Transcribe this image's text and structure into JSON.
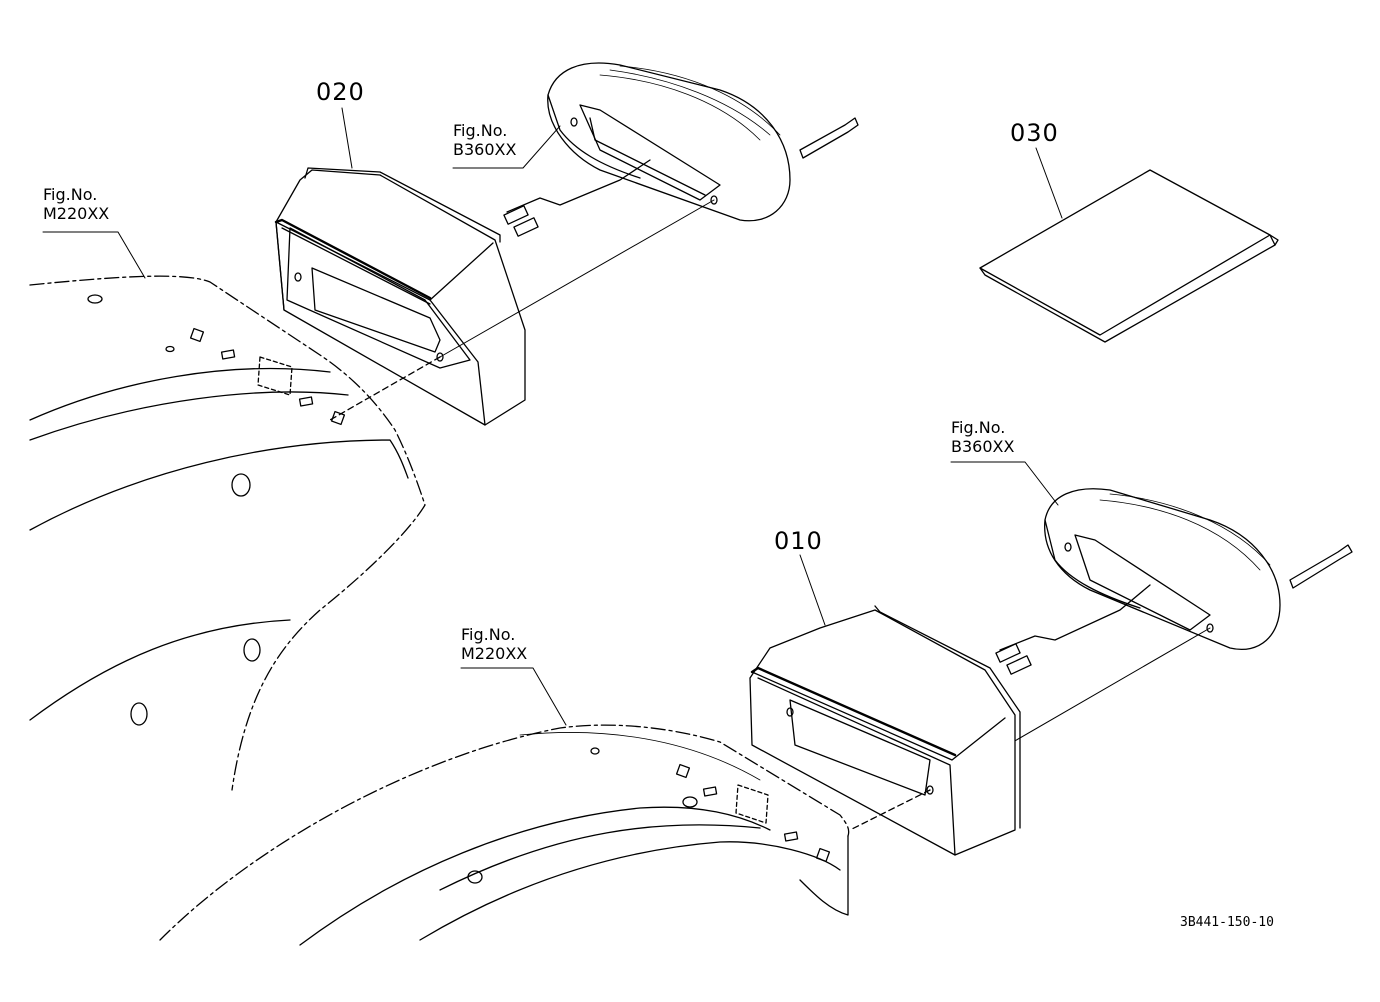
{
  "parts": {
    "p020": "020",
    "p030": "030",
    "p010": "010"
  },
  "references": {
    "r1": {
      "line1": "Fig.No.",
      "line2": "B360XX"
    },
    "r2": {
      "line1": "Fig.No.",
      "line2": "M220XX"
    },
    "r3": {
      "line1": "Fig.No.",
      "line2": "B360XX"
    },
    "r4": {
      "line1": "Fig.No.",
      "line2": "M220XX"
    }
  },
  "drawing_code": "3B441-150-10",
  "colors": {
    "line": "#000000",
    "background": "#ffffff"
  }
}
